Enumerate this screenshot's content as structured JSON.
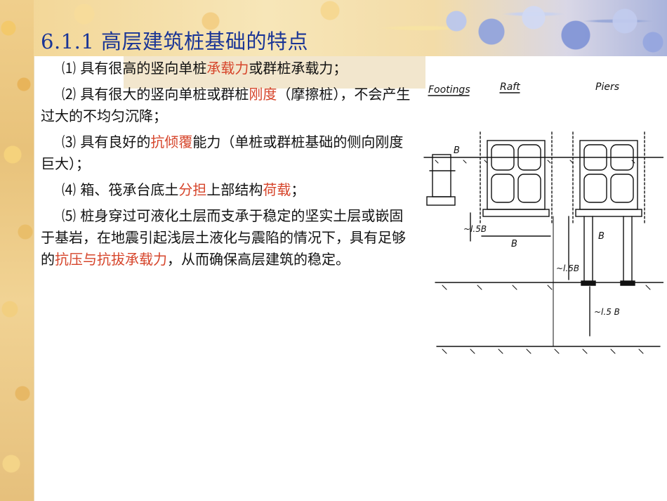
{
  "title": "6.1.1  高层建筑桩基础的特点",
  "items": [
    {
      "parts": [
        {
          "t": "⑴ 具有很高的竖向单桩",
          "h": false
        },
        {
          "t": "承载力",
          "h": true
        },
        {
          "t": "或群桩承载力；",
          "h": false
        }
      ]
    },
    {
      "parts": [
        {
          "t": "⑵ 具有很大的竖向单桩或群桩",
          "h": false
        },
        {
          "t": "刚度",
          "h": true
        },
        {
          "t": "（摩擦桩），不会产生过大的不均匀沉降；",
          "h": false
        }
      ]
    },
    {
      "parts": [
        {
          "t": "⑶ 具有良好的",
          "h": false
        },
        {
          "t": "抗倾覆",
          "h": true
        },
        {
          "t": "能力（单桩或群桩基础的侧向刚度巨大）；",
          "h": false
        }
      ]
    },
    {
      "parts": [
        {
          "t": "⑷ 箱、筏承台底土",
          "h": false
        },
        {
          "t": "分担",
          "h": true
        },
        {
          "t": "上部结构",
          "h": false
        },
        {
          "t": "荷载",
          "h": true
        },
        {
          "t": "；",
          "h": false
        }
      ]
    },
    {
      "parts": [
        {
          "t": "⑸ 桩身穿过可液化土层而支承于稳定的坚实土层或嵌固于基岩，在地震引起浅层土液化与震陷的情况下，具有足够的",
          "h": false
        },
        {
          "t": "抗压与抗拔承载力",
          "h": true
        },
        {
          "t": "，从而确保高层建筑的稳定。",
          "h": false
        }
      ]
    }
  ],
  "figure": {
    "labels": {
      "footings": "Footings",
      "raft": "Raft",
      "piers": "Piers",
      "b_footing": "B",
      "b_raft": "B",
      "b_pier": "B",
      "dim_raft": "~l.5B",
      "dim_pier_top": "~l.5B",
      "dim_pier_bottom": "~l.5 B"
    }
  }
}
